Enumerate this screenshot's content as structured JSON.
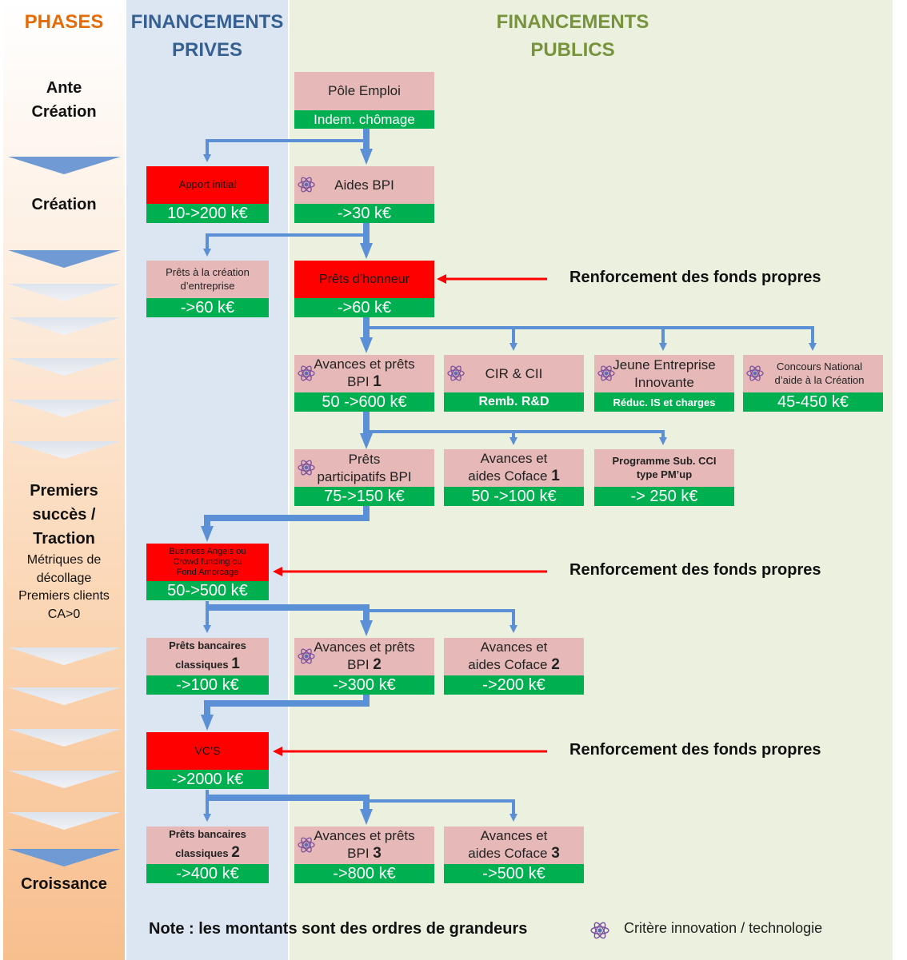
{
  "headers": {
    "phases": "PHASES",
    "prives": [
      "FINANCEMENTS",
      "PRIVES"
    ],
    "publics": [
      "FINANCEMENTS",
      "PUBLICS"
    ]
  },
  "colors": {
    "phases_header": "#e36c09",
    "prives_header": "#376092",
    "publics_header": "#77933c",
    "pink": "#e6b9b8",
    "red": "#ff0000",
    "green": "#00b050",
    "arrow_blue": "#5b8fd6",
    "arrow_red": "#ff0000"
  },
  "phases": {
    "ante": [
      "Ante",
      "Création"
    ],
    "creation": "Création",
    "premiers": [
      "Premiers",
      "succès /",
      "Traction"
    ],
    "premiers_sub": [
      "Métriques de",
      "décollage",
      "Premiers clients",
      "CA>0"
    ],
    "croissance": "Croissance"
  },
  "boxes": {
    "pole_emploi": {
      "title": "Pôle Emploi",
      "value": "Indem. chômage"
    },
    "apport": {
      "title": "Apport initial",
      "value": "10->200 k€"
    },
    "aides_bpi": {
      "title": "Aides BPI",
      "value": "->30 k€"
    },
    "prets_creation": {
      "title1": "Prêts à la création",
      "title2": "d’entreprise",
      "value": "->60 k€"
    },
    "prets_honneur": {
      "title": "Prêts d’honneur",
      "value": "->60 k€"
    },
    "avances_bpi1": {
      "title1": "Avances et prêts",
      "title2": "BPI ",
      "num": "1",
      "value": "50 ->600 k€"
    },
    "cir": {
      "title": "CIR & CII",
      "value": "Remb.  R&D"
    },
    "jei": {
      "title1": "Jeune Entreprise",
      "title2": "Innovante",
      "value": "Réduc. IS et charges"
    },
    "concours": {
      "title1": "Concours National",
      "title2": "d’aide à la Création",
      "value": "45-450 k€"
    },
    "prets_part": {
      "title1": "Prêts",
      "title2": "participatifs BPI",
      "value": "75->150 k€"
    },
    "coface1": {
      "title1": "Avances  et",
      "title2": "aides Coface ",
      "num": "1",
      "value": "50 ->100 k€"
    },
    "cci": {
      "title1": "Programme Sub. CCI",
      "title2": "type PM’up",
      "value": "-> 250 k€"
    },
    "ba": {
      "title1": "Business Angels ou",
      "title2": "Crowd funding ou",
      "title3": "Fond Amorcage",
      "value": "50->500 k€"
    },
    "bancaires1": {
      "title1": "Prêts bancaires",
      "title2": "classiques ",
      "num": "1",
      "value": "->100 k€"
    },
    "avances_bpi2": {
      "title1": "Avances et prêts",
      "title2": "BPI ",
      "num": "2",
      "value": "->300 k€"
    },
    "coface2": {
      "title1": "Avances  et",
      "title2": "aides Coface ",
      "num": "2",
      "value": "->200 k€"
    },
    "vcs": {
      "title": "VC’S",
      "value": "->2000 k€"
    },
    "bancaires2": {
      "title1": "Prêts bancaires",
      "title2": "classiques ",
      "num": "2",
      "value": "->400 k€"
    },
    "avances_bpi3": {
      "title1": "Avances et prêts",
      "title2": "BPI ",
      "num": "3",
      "value": "->800 k€"
    },
    "coface3": {
      "title1": "Avances  et",
      "title2": "aides Coface ",
      "num": "3",
      "value": "->500 k€"
    }
  },
  "renforcement": "Renforcement des fonds propres",
  "note": "Note : les montants sont des ordres de grandeurs",
  "critere": "Critère innovation / technologie"
}
